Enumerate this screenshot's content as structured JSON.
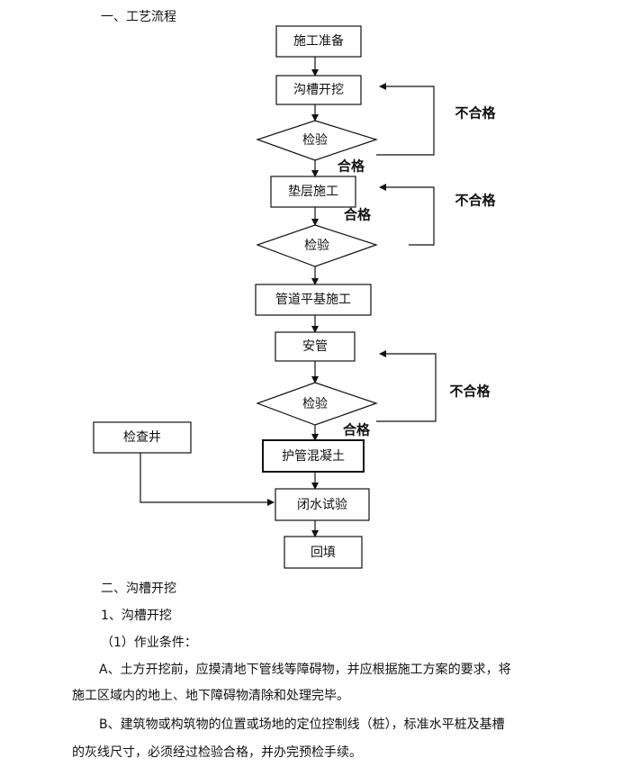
{
  "section1": {
    "title": "一、工艺流程"
  },
  "flowchart": {
    "steps": {
      "prep": "施工准备",
      "trench": "沟槽开挖",
      "inspect": "检验",
      "cushion": "垫层施工",
      "base": "管道平基施工",
      "install": "安管",
      "concrete": "护管混凝土",
      "well": "检查井",
      "watertest": "闭水试验",
      "backfill": "回填"
    },
    "labels": {
      "pass": "合格",
      "fail": "不合格"
    }
  },
  "section2": {
    "title": "二、沟槽开挖",
    "subtitle": "1、沟槽开挖",
    "item": "（1）作业条件：",
    "paraA_line1": "A、土方开挖前，应摸清地下管线等障碍物，并应根据施工方案的要求，将",
    "paraA_line2": "施工区域内的地上、地下障碍物清除和处理完毕。",
    "paraB_line1": "B、建筑物或构筑物的位置或场地的定位控制线（桩），标准水平桩及基槽",
    "paraB_line2": "的灰线尺寸，必须经过检验合格，并办完预检手续。"
  }
}
